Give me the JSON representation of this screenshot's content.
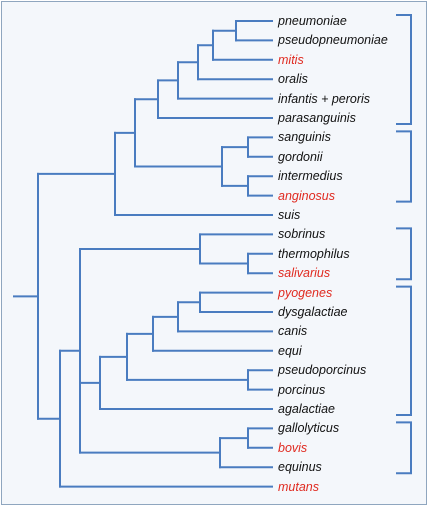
{
  "colors": {
    "branch": "#4a7cc0",
    "bracket": "#4a7cc0",
    "highlight": "#e02a20",
    "text": "#111111",
    "frame_border": "#8fa6bf",
    "background": "#f4f7fb"
  },
  "taxa": [
    {
      "label": "pneumoniae",
      "highlight": false
    },
    {
      "label": "pseudopneumoniae",
      "highlight": false
    },
    {
      "label": "mitis",
      "highlight": true
    },
    {
      "label": "oralis",
      "highlight": false
    },
    {
      "label": "infantis + peroris",
      "highlight": false
    },
    {
      "label": "parasanguinis",
      "highlight": false
    },
    {
      "label": "sanguinis",
      "highlight": false
    },
    {
      "label": "gordonii",
      "highlight": false
    },
    {
      "label": "intermedius",
      "highlight": false
    },
    {
      "label": "anginosus",
      "highlight": true
    },
    {
      "label": "suis",
      "highlight": false
    },
    {
      "label": "sobrinus",
      "highlight": false
    },
    {
      "label": "thermophilus",
      "highlight": false
    },
    {
      "label": "salivarius",
      "highlight": true
    },
    {
      "label": "pyogenes",
      "highlight": true
    },
    {
      "label": "dysgalactiae",
      "highlight": false
    },
    {
      "label": "canis",
      "highlight": false
    },
    {
      "label": "equi",
      "highlight": false
    },
    {
      "label": "pseudoporcinus",
      "highlight": false
    },
    {
      "label": "porcinus",
      "highlight": false
    },
    {
      "label": "agalactiae",
      "highlight": false
    },
    {
      "label": "gallolyticus",
      "highlight": false
    },
    {
      "label": "bovis",
      "highlight": true
    },
    {
      "label": "equinus",
      "highlight": false
    },
    {
      "label": "mutans",
      "highlight": true
    }
  ]
}
